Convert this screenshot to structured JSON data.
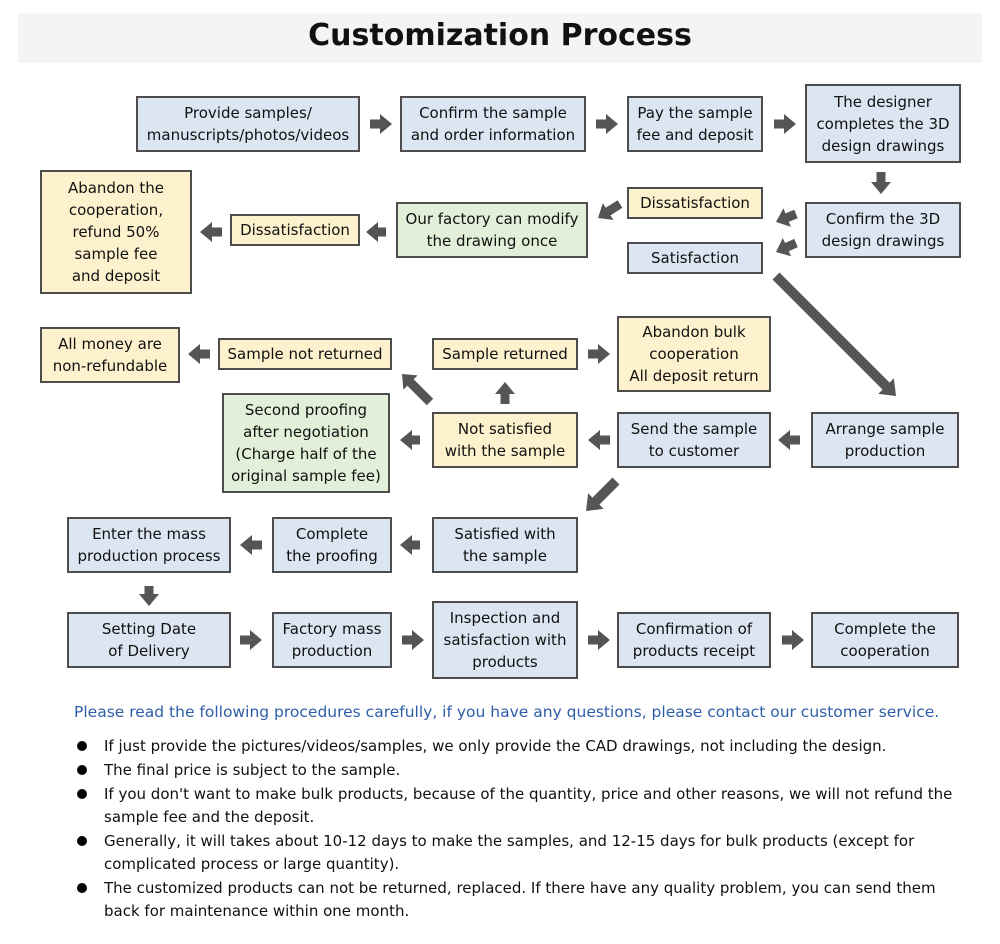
{
  "title": "Customization Process",
  "colors": {
    "blue": "#dce6f2",
    "yellow": "#fdf2cd",
    "green": "#e2efd9",
    "arrow": "#555555",
    "notice": "#2f5ea8"
  },
  "steps": {
    "provide_samples": "Provide samples/\nmanuscripts/photos/videos",
    "confirm_sample_order": "Confirm the sample\nand order information",
    "pay_fee": "Pay the sample\nfee and deposit",
    "designer_3d": "The designer\ncompletes the 3D\ndesign drawings",
    "confirm_3d": "Confirm the 3D\ndesign drawings",
    "dissatisfaction_1": "Dissatisfaction",
    "satisfaction": "Satisfaction",
    "factory_modify": "Our factory can modify\nthe drawing once",
    "dissatisfaction_2": "Dissatisfaction",
    "abandon_cooperation": "Abandon the\ncooperation,\nrefund 50%\nsample fee\nand deposit",
    "money_nonrefundable": "All money are\nnon-refundable",
    "sample_not_returned": "Sample not returned",
    "sample_returned": "Sample returned",
    "abandon_bulk": "Abandon bulk\ncooperation\nAll deposit return",
    "second_proofing": "Second proofing\nafter negotiation\n(Charge half of the\noriginal sample fee)",
    "not_satisfied": "Not satisfied\nwith the sample",
    "send_sample": "Send the sample\nto customer",
    "arrange_production": "Arrange sample\nproduction",
    "enter_mass": "Enter the mass\nproduction process",
    "complete_proofing": "Complete\nthe proofing",
    "satisfied_sample": "Satisfied with\nthe sample",
    "setting_date": "Setting Date\nof Delivery",
    "factory_mass": "Factory mass\nproduction",
    "inspection": "Inspection and\nsatisfaction with\nproducts",
    "confirmation_receipt": "Confirmation of\nproducts receipt",
    "complete_cooperation": "Complete the\ncooperation"
  },
  "notice": "Please read the following procedures carefully, if you have any questions, please contact our customer service.",
  "notes": [
    "If just provide the pictures/videos/samples, we only provide the CAD drawings, not including the design.",
    "The final price is subject to the sample.",
    "If you don't want to make bulk products, because of the quantity, price and other reasons, we will not refund the sample fee and the deposit.",
    "Generally, it will takes about 10-12 days to make the samples, and 12-15 days for bulk products (except for complicated process or large quantity).",
    "The customized products can not be returned, replaced. If there have any quality problem, you can send them back for maintenance within one month."
  ]
}
